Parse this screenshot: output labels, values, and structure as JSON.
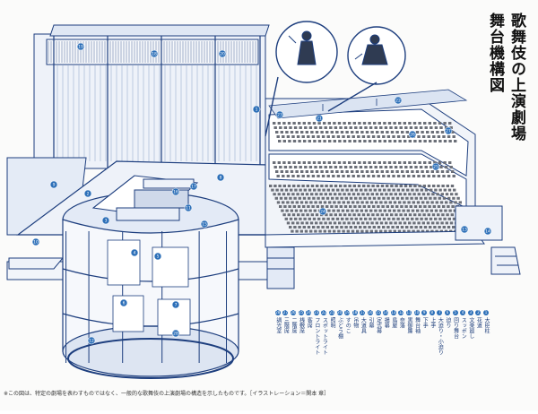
{
  "title_line1": "歌舞伎の上演劇場",
  "title_line2": "舞台機構図",
  "caption": "※この図は、特定の劇場を表わすものではなく、一般的な歌舞伎の上演劇場の構造を示したものです。［イラストレーション＝関本 章］",
  "colors": {
    "line": "#1d3e7e",
    "light": "#e8eef8",
    "accent": "#2c6fb8",
    "seats": "#6b6f78",
    "white": "#ffffff"
  },
  "icons": [
    "figure-sitting-icon",
    "figure-standing-icon"
  ],
  "legend": [
    {
      "n": "1",
      "label": "大臣柱"
    },
    {
      "n": "2",
      "label": "花道"
    },
    {
      "n": "3",
      "label": "文楽廻し"
    },
    {
      "n": "4",
      "label": "スッポン"
    },
    {
      "n": "5",
      "label": "回り舞台"
    },
    {
      "n": "6",
      "label": "迫り"
    },
    {
      "n": "7",
      "label": "大迫り・小迫り"
    },
    {
      "n": "8",
      "label": "上手"
    },
    {
      "n": "9",
      "label": "下手"
    },
    {
      "n": "10",
      "label": "舞台袖"
    },
    {
      "n": "11",
      "label": "黒御簾"
    },
    {
      "n": "12",
      "label": "奈落"
    },
    {
      "n": "13",
      "label": "鳥屋"
    },
    {
      "n": "14",
      "label": "揚幕"
    },
    {
      "n": "15",
      "label": "定式幕"
    },
    {
      "n": "16",
      "label": "引幕"
    },
    {
      "n": "17",
      "label": "大道具"
    },
    {
      "n": "18",
      "label": "吊物"
    },
    {
      "n": "19",
      "label": "すのこ"
    },
    {
      "n": "20",
      "label": "ぶどう棚"
    },
    {
      "n": "21",
      "label": "照明"
    },
    {
      "n": "22",
      "label": "スポットライト"
    },
    {
      "n": "23",
      "label": "フロントライト"
    },
    {
      "n": "24",
      "label": "客席"
    },
    {
      "n": "25",
      "label": "桟敷席"
    },
    {
      "n": "26",
      "label": "二階席"
    },
    {
      "n": "27",
      "label": "三階席"
    },
    {
      "n": "28",
      "label": "調光室"
    }
  ]
}
